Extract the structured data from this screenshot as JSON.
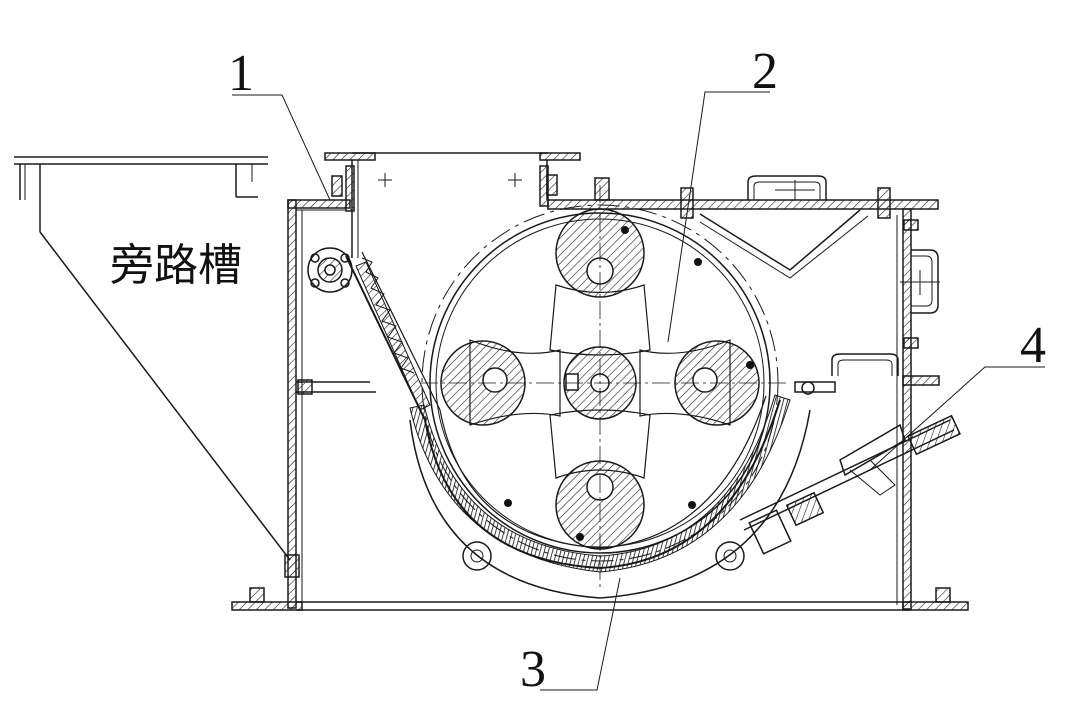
{
  "diagram": {
    "bypass_label": "旁路槽",
    "callouts": [
      {
        "id": "1",
        "label": "1"
      },
      {
        "id": "2",
        "label": "2"
      },
      {
        "id": "3",
        "label": "3"
      },
      {
        "id": "4",
        "label": "4"
      }
    ]
  },
  "colors": {
    "line": "#1a1a1a",
    "hatch": "#222222",
    "background": "#ffffff"
  }
}
